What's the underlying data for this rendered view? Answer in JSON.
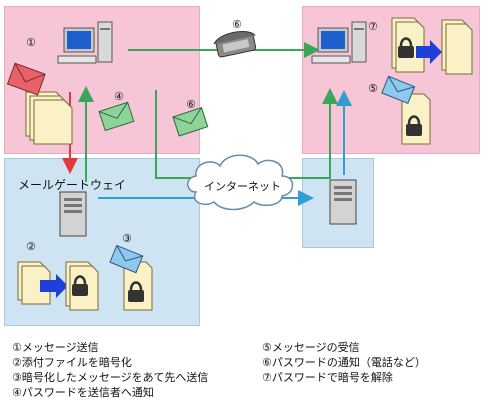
{
  "gateway": {
    "label": "メールゲートウェイ"
  },
  "internet": {
    "label": "インターネット"
  },
  "markers": {
    "m1": "①",
    "m2": "②",
    "m3": "③",
    "m4": "④",
    "m5": "⑤",
    "m6a": "⑥",
    "m6b": "⑥",
    "m7": "⑦"
  },
  "legend": {
    "left": [
      "①メッセージ送信",
      "②添付ファイルを暗号化",
      "③暗号化したメッセージをあて先へ送信",
      "④パスワードを送信者へ通知"
    ],
    "right": [
      "⑤メッセージの受信",
      "⑥パスワードの通知（電話など）",
      "⑦パスワードで暗号を解除"
    ]
  },
  "colors": {
    "send_arrow": "#e03a3a",
    "return_arrow": "#3aa65a",
    "network_arrow": "#2f9fd0",
    "encrypt_arrow": "#1f3fd8",
    "sender_bg": "#f6c6d6",
    "gateway_bg": "#cfe4f2"
  }
}
